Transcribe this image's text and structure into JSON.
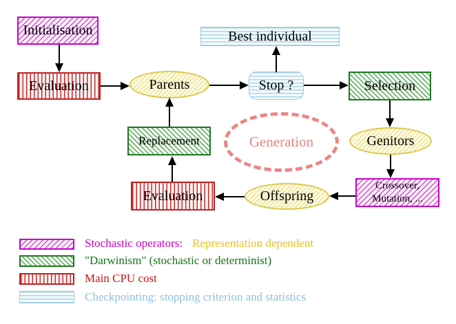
{
  "diagram": {
    "nodes": {
      "initialisation": {
        "label": "Initialisation"
      },
      "evaluation_top": {
        "label": "Evaluation"
      },
      "parents": {
        "label": "Parents"
      },
      "best_individual": {
        "label": "Best individual"
      },
      "stop": {
        "label": "Stop ?"
      },
      "selection": {
        "label": "Selection"
      },
      "replacement": {
        "label": "Replacement"
      },
      "generation": {
        "label": "Generation"
      },
      "genitors": {
        "label": "Genitors"
      },
      "evaluation_bottom": {
        "label": "Evaluation"
      },
      "offspring": {
        "label": "Offspring"
      },
      "crossover": {
        "line1": "Crossover,",
        "line2": "Mutation, ..."
      }
    },
    "edges": [
      {
        "from": "initialisation",
        "to": "evaluation-top"
      },
      {
        "from": "evaluation-top",
        "to": "parents"
      },
      {
        "from": "parents",
        "to": "stop"
      },
      {
        "from": "stop",
        "to": "best-individual"
      },
      {
        "from": "stop",
        "to": "selection"
      },
      {
        "from": "selection",
        "to": "genitors"
      },
      {
        "from": "genitors",
        "to": "crossover-mutation"
      },
      {
        "from": "crossover-mutation",
        "to": "offspring"
      },
      {
        "from": "offspring",
        "to": "evaluation-bottom"
      },
      {
        "from": "evaluation-bottom",
        "to": "replacement"
      },
      {
        "from": "replacement",
        "to": "parents"
      }
    ],
    "colors": {
      "magenta": "#cc00cc",
      "red": "#c02020",
      "green": "#1e781e",
      "yellow_border": "#dcc84a",
      "blue": "#9cc8de",
      "salmon": "#ee8484",
      "arrow": "#000000"
    }
  },
  "legend": {
    "stochastic": {
      "label": "Stochastic operators:",
      "label2": "Representation dependent",
      "color": "#cc00cc",
      "color2": "#e8c224"
    },
    "darwinism": {
      "label": "\"Darwinism\" (stochastic or determinist)",
      "color": "#117711"
    },
    "cpu": {
      "label": "Main CPU cost",
      "color": "#cc1111"
    },
    "checkpointing": {
      "label": "Checkpointing: stopping criterion and statistics",
      "color": "#8cc2e2"
    }
  }
}
